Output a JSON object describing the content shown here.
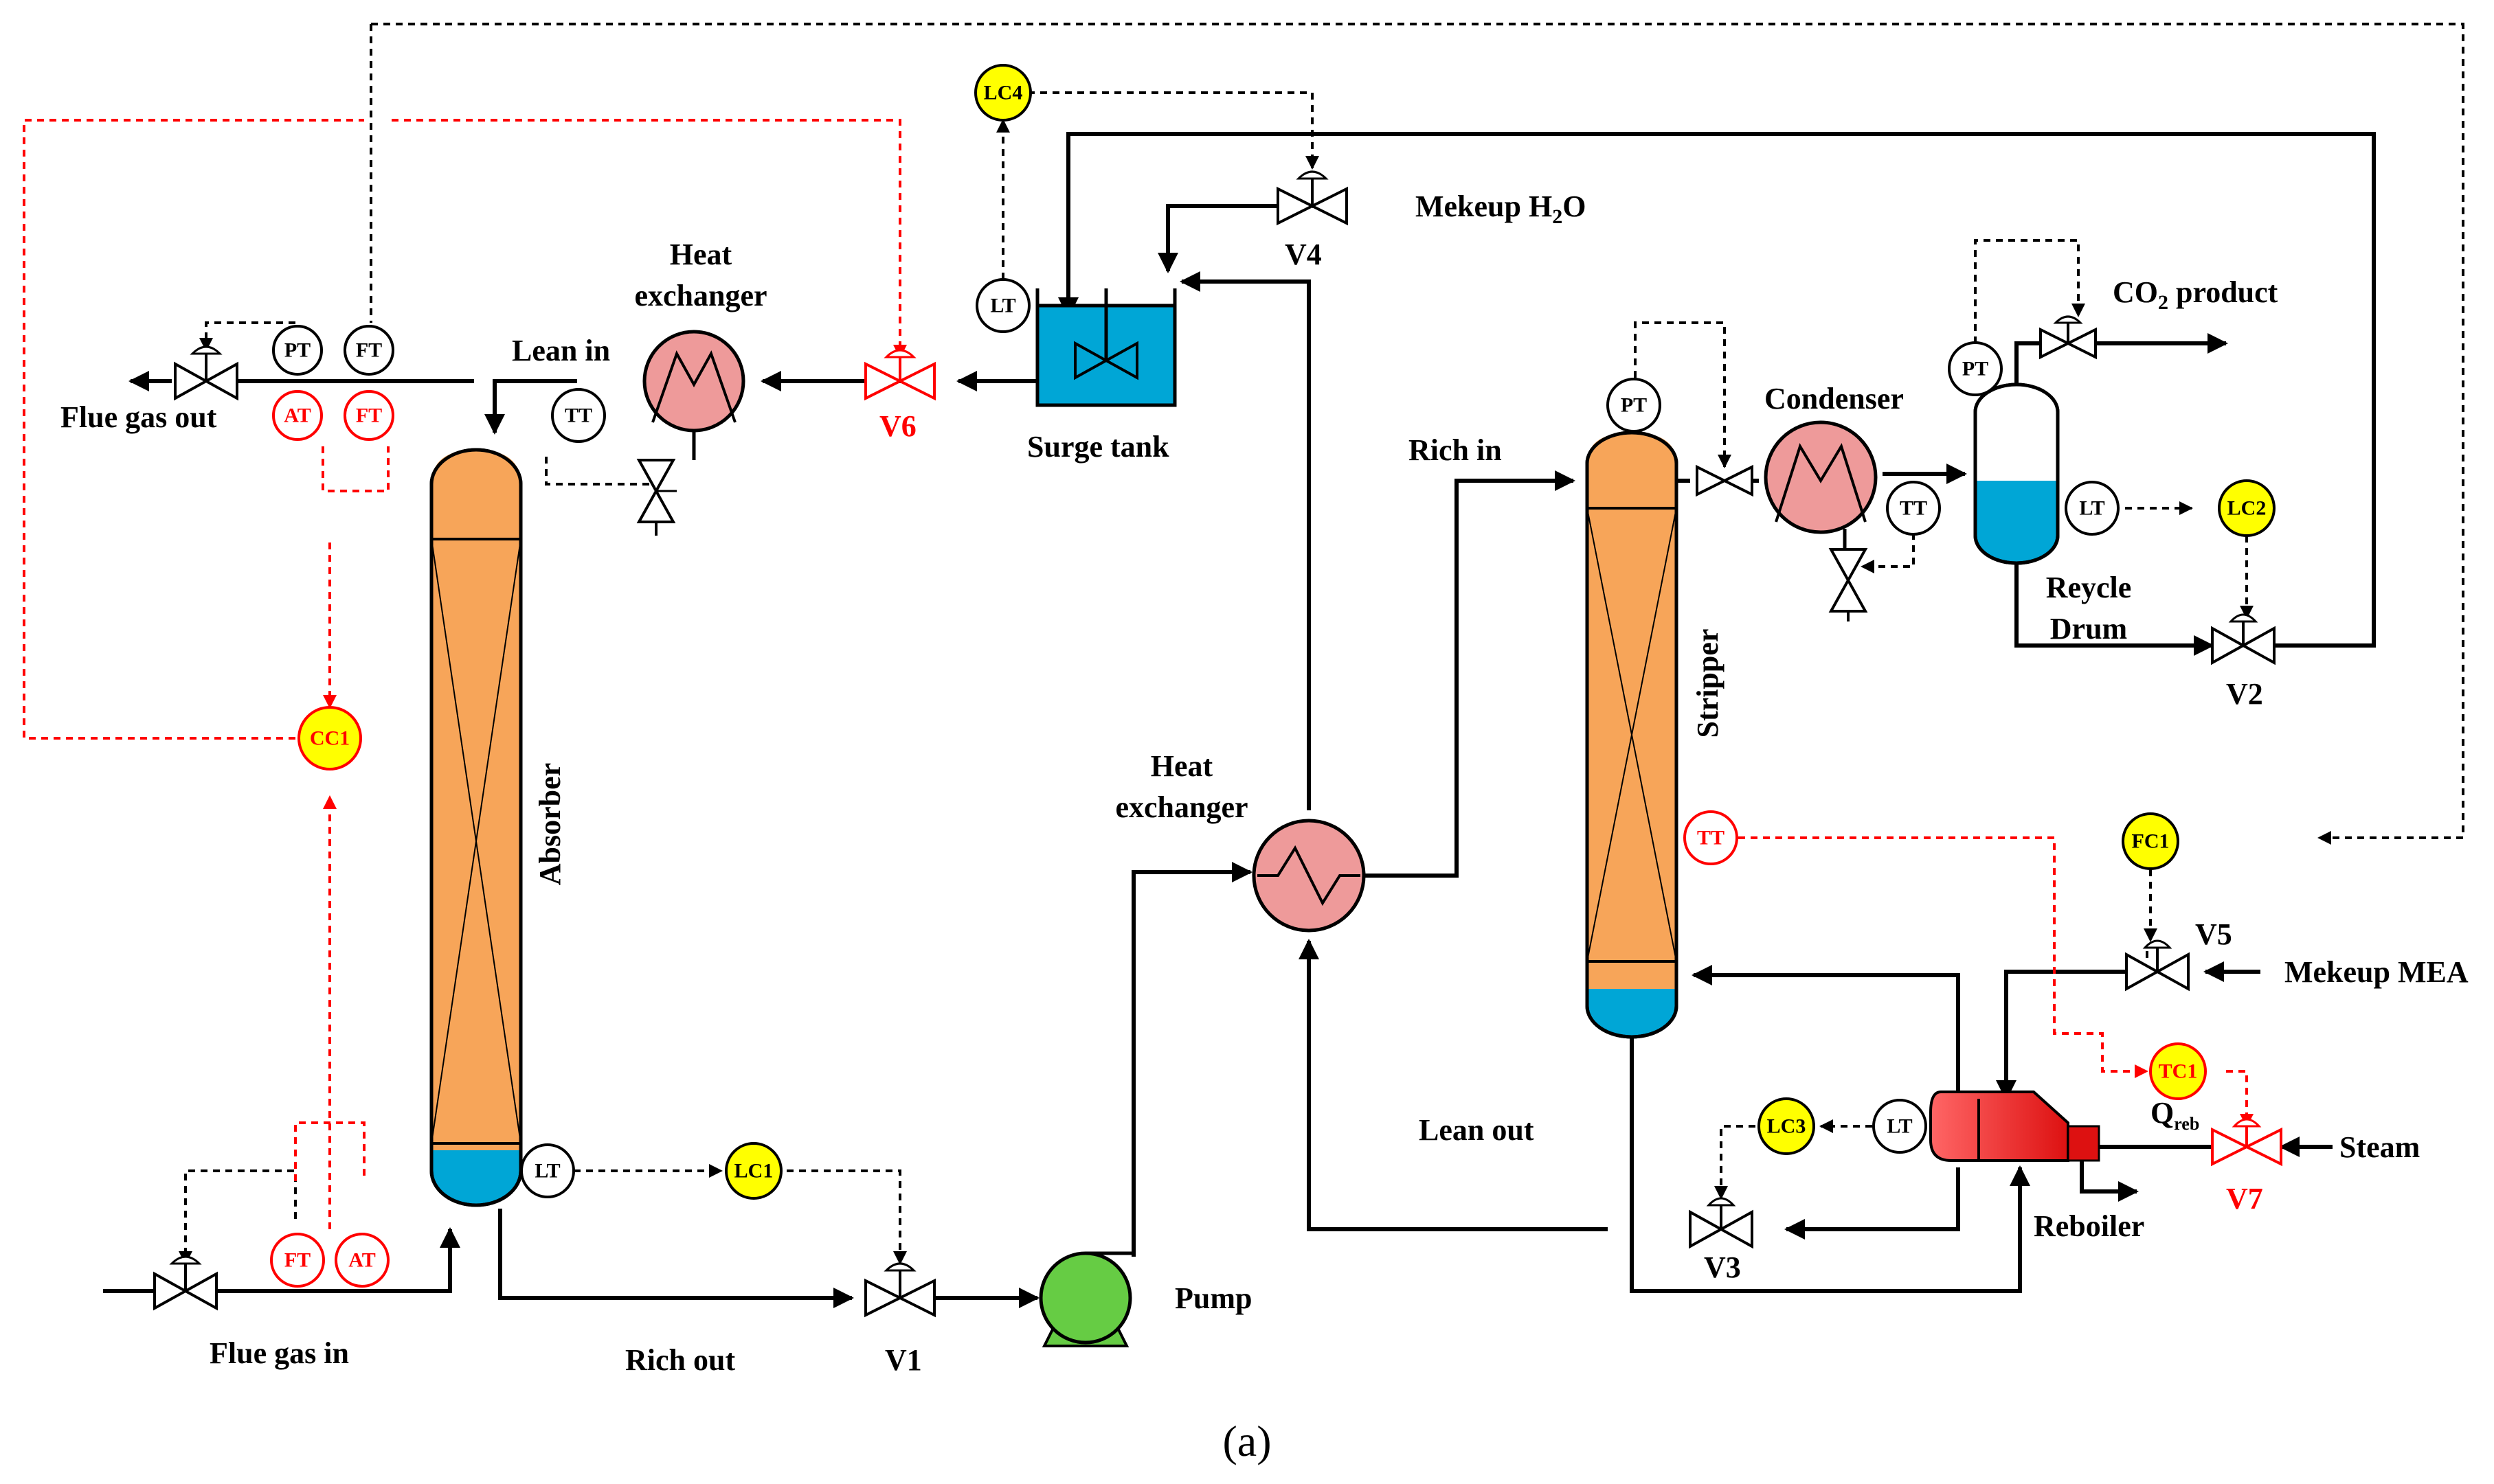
{
  "caption": "(a)",
  "labels": {
    "flue_gas_out": "Flue gas out",
    "flue_gas_in": "Flue gas in",
    "lean_in": "Lean in",
    "heat_exchanger_top_1": "Heat",
    "heat_exchanger_top_2": "exchanger",
    "surge_tank": "Surge tank",
    "makeup_h2o": "Mekeup H",
    "makeup_h2o_sub": "2",
    "makeup_h2o_end": "O",
    "co2_product": "CO",
    "co2_product_sub": "2",
    "co2_product_end": " product",
    "condenser": "Condenser",
    "rich_in": "Rich in",
    "recycle_drum_1": "Reycle",
    "recycle_drum_2": "Drum",
    "absorber": "Absorber",
    "stripper": "Stripper",
    "heat_exchanger_mid_1": "Heat",
    "heat_exchanger_mid_2": "exchanger",
    "lean_out": "Lean out",
    "rich_out": "Rich out",
    "pump": "Pump",
    "reboiler": "Reboiler",
    "makeup_mea": "Mekeup MEA",
    "steam": "Steam",
    "q_reb": "Q",
    "q_reb_sub": "reb"
  },
  "valves": {
    "v1": "V1",
    "v2": "V2",
    "v3": "V3",
    "v4": "V4",
    "v5": "V5",
    "v6": "V6",
    "v7": "V7"
  },
  "instruments": {
    "pt_absorber": "PT",
    "ft_absorber_top_black": "FT",
    "at_absorber_top": "AT",
    "ft_absorber_top_red": "FT",
    "cc1": "CC1",
    "ft_absorber_bottom": "FT",
    "at_absorber_bottom": "AT",
    "lt_absorber": "LT",
    "lc1": "LC1",
    "tt_lean_in": "TT",
    "lt_surge": "LT",
    "lc4": "LC4",
    "pt_stripper": "PT",
    "tt_condenser": "TT",
    "pt_drum": "PT",
    "lt_drum": "LT",
    "lc2": "LC2",
    "tt_stripper": "TT",
    "fc1": "FC1",
    "tc1": "TC1",
    "lt_reboiler": "LT",
    "lc3": "LC3"
  },
  "colors": {
    "column_packing": "#f7a559",
    "liquid": "#00a6d6",
    "heat_exchanger": "#ee9a9a",
    "pump": "#66cc44",
    "controller": "#ffff00",
    "control_red": "#ff0000",
    "reboiler": "#ee3333"
  }
}
